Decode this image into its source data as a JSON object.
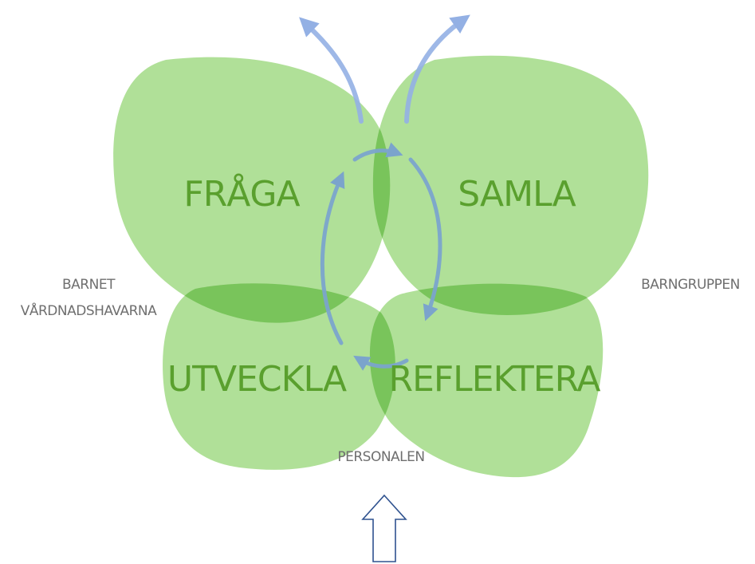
{
  "diagram": {
    "quadrants": {
      "top_left": "FRÅGA",
      "top_right": "SAMLA",
      "bottom_left": "UTVECKLA",
      "bottom_right": "REFLEKTERA"
    },
    "side_labels": {
      "left_line1": "BARNET",
      "left_line2": "VÅRDNADSHAVARNA",
      "right": "BARNGRUPPEN",
      "bottom": "PERSONALEN"
    }
  },
  "colors": {
    "wing_fill": "#a2db86",
    "main_label": "#5aa02e",
    "side_label": "#6f6f6f",
    "cycle_arrow": "#7ba4cc",
    "escape_arrow": "#93b0e4",
    "input_arrow_stroke": "#2f528f"
  },
  "icons": {
    "cycle": "curved-arrow-cycle",
    "escape": "curved-arrow-up",
    "input": "outline-arrow-up"
  }
}
